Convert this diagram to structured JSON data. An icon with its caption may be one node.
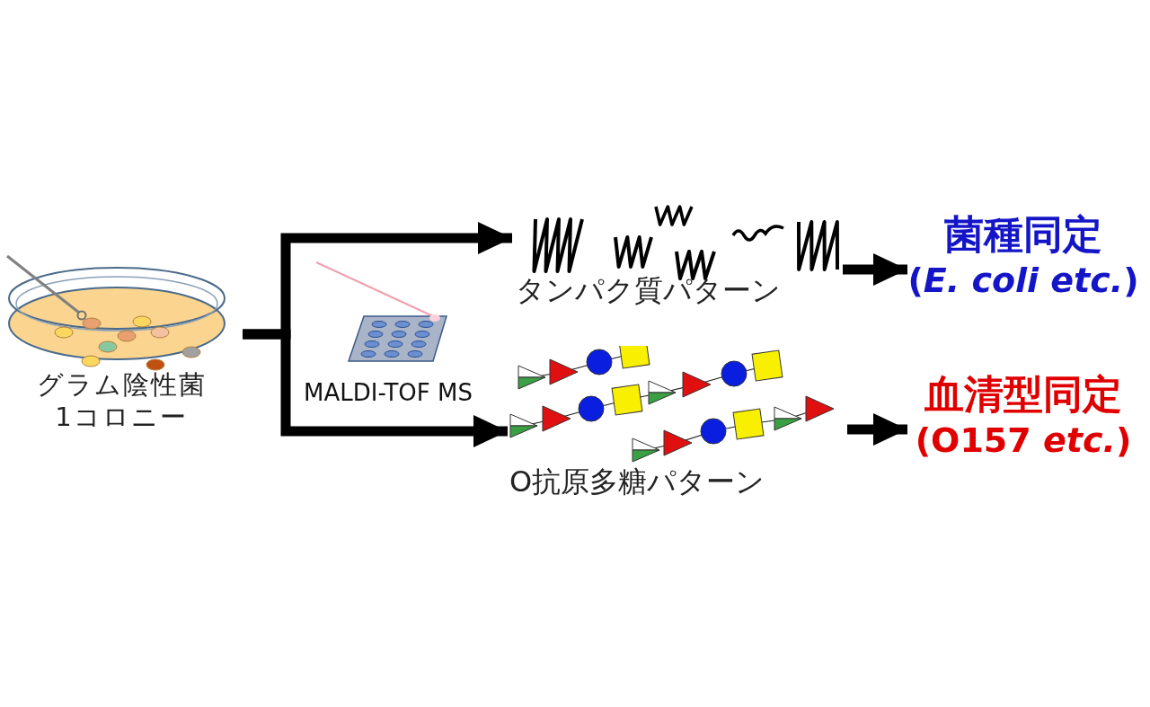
{
  "diagram": {
    "nodes": [
      {
        "text": [
          "グラム陰性菌1コロニー"
        ]
      },
      {
        "text": [
          "タンパク質パターン"
        ]
      },
      {
        "text": [
          "O抗原多糖パターン"
        ]
      },
      {
        "text": [
          "菌種同定",
          "(*E. coli etc.*)"
        ]
      },
      {
        "text": [
          "血清型同定",
          "(O157 *etc.*)"
        ]
      }
    ],
    "edges": [
      {
        "from": 0,
        "to": 1,
        "arrow": "to"
      },
      {
        "from": 0,
        "to": 2,
        "arrow": "to"
      },
      {
        "from": 1,
        "to": 3,
        "arrow": "to"
      },
      {
        "from": 2,
        "to": 4,
        "arrow": "to"
      }
    ],
    "labels": [
      "MALDI-TOF MS"
    ]
  }
}
